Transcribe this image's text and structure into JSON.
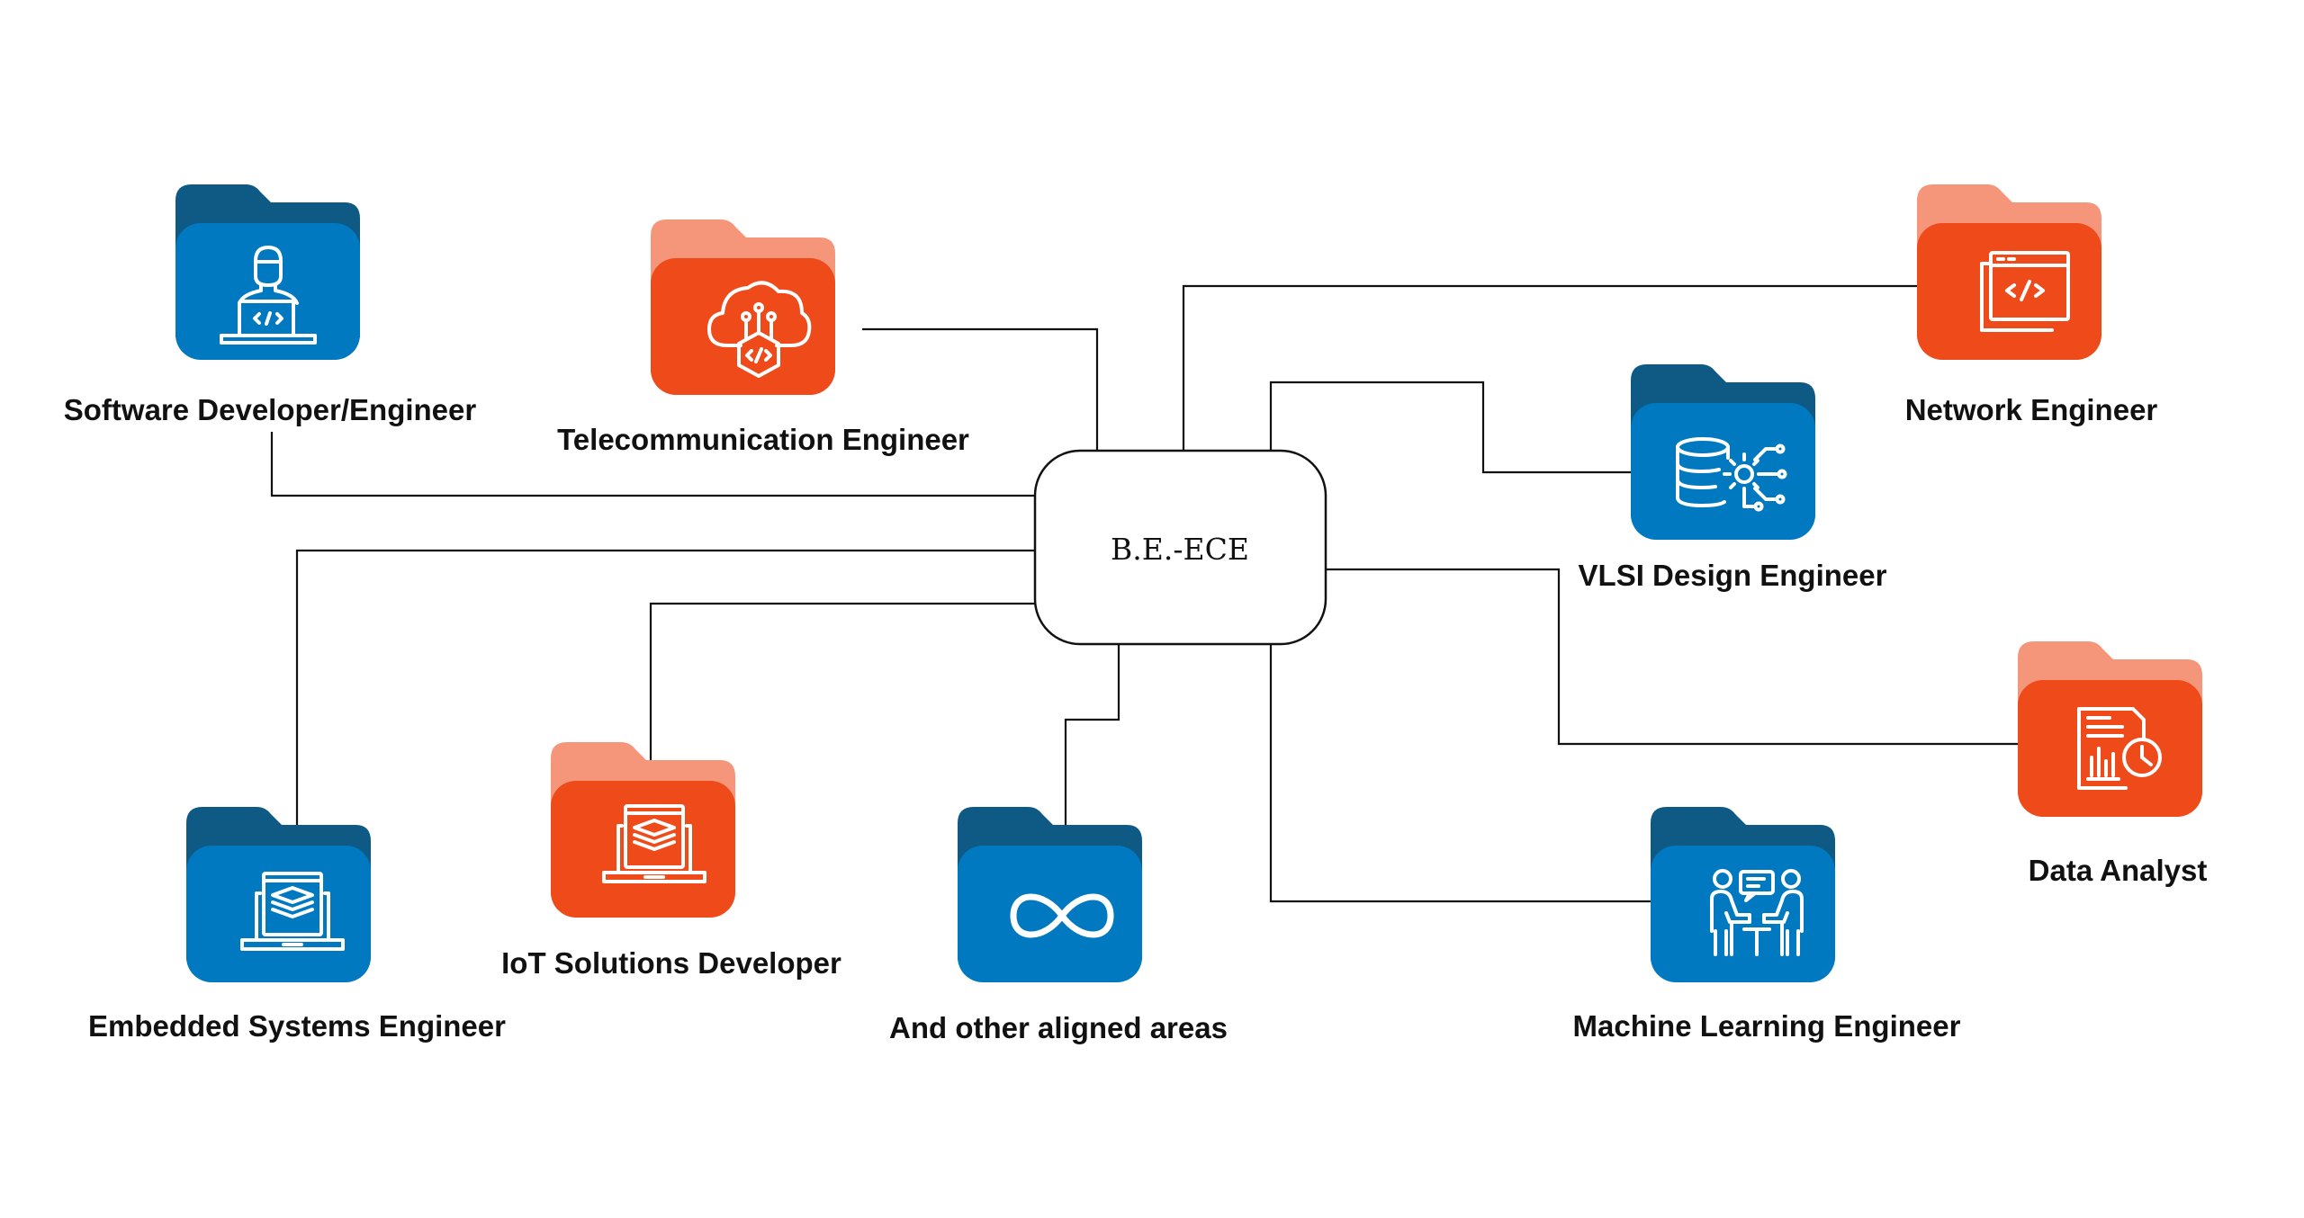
{
  "center": {
    "label": "B.E.-ECE"
  },
  "colors": {
    "blue_front": "#0079C1",
    "blue_back": "#0E5A85",
    "orange_front": "#EE4A1A",
    "orange_back": "#F5967A",
    "line": "#111111"
  },
  "careers": [
    {
      "label": "Software Developer/Engineer",
      "color": "blue",
      "icon": "developer-laptop-icon"
    },
    {
      "label": "Telecommunication Engineer",
      "color": "orange",
      "icon": "cloud-code-icon"
    },
    {
      "label": "Network Engineer",
      "color": "orange",
      "icon": "browser-code-icon"
    },
    {
      "label": "VLSI Design Engineer",
      "color": "blue",
      "icon": "database-gear-icon"
    },
    {
      "label": "Data Analyst",
      "color": "orange",
      "icon": "report-chart-icon"
    },
    {
      "label": "Embedded Systems Engineer",
      "color": "blue",
      "icon": "laptop-layers-icon"
    },
    {
      "label": "IoT Solutions Developer",
      "color": "orange",
      "icon": "laptop-layers-icon"
    },
    {
      "label": "And other aligned areas",
      "color": "blue",
      "icon": "infinity-icon"
    },
    {
      "label": "Machine Learning Engineer",
      "color": "blue",
      "icon": "people-discussion-icon"
    }
  ]
}
